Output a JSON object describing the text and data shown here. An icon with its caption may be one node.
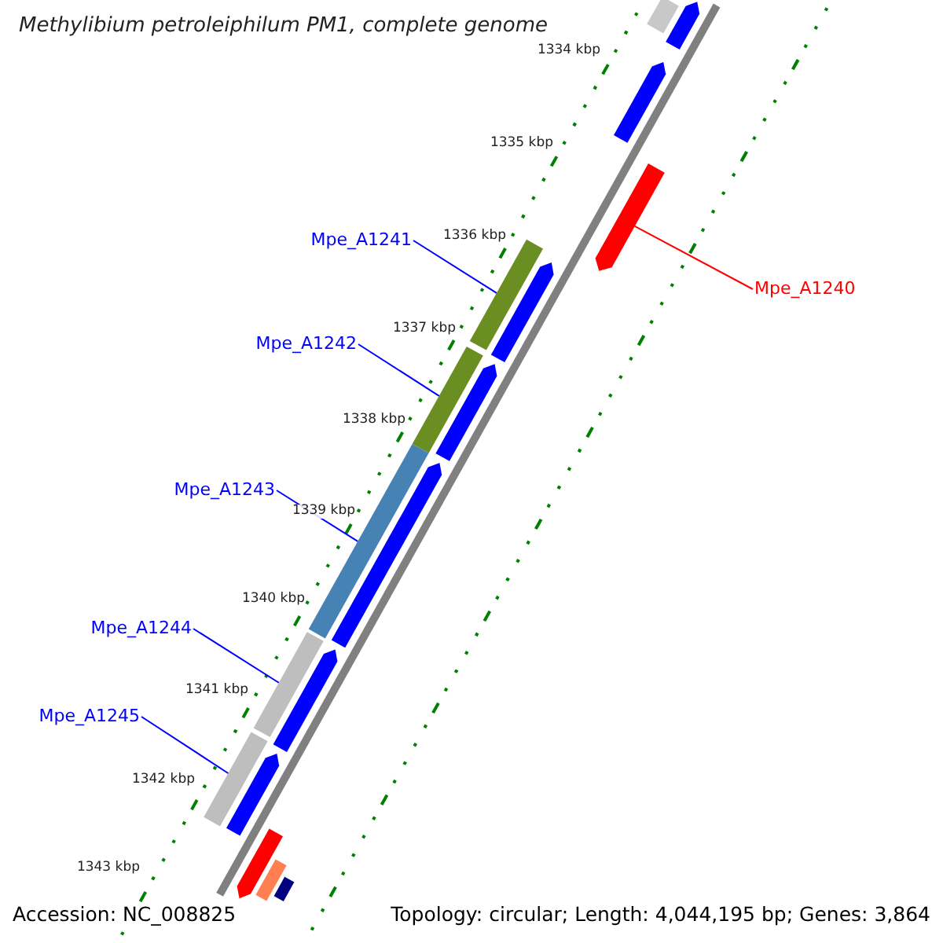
{
  "diagram": {
    "title": "Methylibium petroleiphilum PM1, complete genome",
    "nodes": [
      {
        "text": [
          "Mpe_A1241"
        ]
      },
      {
        "text": [
          "Mpe_A1240"
        ]
      },
      {
        "text": [
          "Mpe_A1242"
        ]
      },
      {
        "text": [
          "Mpe_A1243"
        ]
      },
      {
        "text": [
          "Mpe_A1244"
        ]
      },
      {
        "text": [
          "Mpe_A1245"
        ]
      },
      {
        "text": [],
        "shape": "bar"
      },
      {
        "text": [],
        "shape": "bar"
      },
      {
        "text": [],
        "shape": "bar"
      },
      {
        "text": [],
        "shape": "bar"
      },
      {
        "text": [],
        "shape": "bar"
      },
      {
        "text": [],
        "shape": "bar"
      },
      {
        "text": [],
        "shape": "bar"
      },
      {
        "text": [],
        "shape": "bar"
      },
      {
        "text": [],
        "shape": "bar"
      },
      {
        "text": [],
        "shape": "bar"
      },
      {
        "text": [],
        "shape": "bar"
      },
      {
        "text": [],
        "shape": "bar"
      },
      {
        "text": [],
        "shape": "bar"
      },
      {
        "text": [],
        "shape": "bar"
      },
      {
        "text": [],
        "shape": "bar"
      },
      {
        "text": [],
        "shape": "bar"
      },
      {
        "text": [],
        "shape": "bar"
      }
    ],
    "edges": [
      {
        "from": 0,
        "to": 6,
        "arrow": "none"
      },
      {
        "from": 1,
        "to": 7,
        "arrow": "none",
        "color": "#ff0000"
      },
      {
        "from": 2,
        "to": 8,
        "arrow": "none"
      },
      {
        "from": 3,
        "to": 9,
        "arrow": "none"
      },
      {
        "from": 4,
        "to": 10,
        "arrow": "none"
      },
      {
        "from": 5,
        "to": 11,
        "arrow": "none"
      }
    ],
    "labels": [
      "1334 kbp",
      "1335 kbp",
      "1336 kbp",
      "1337 kbp",
      "1338 kbp",
      "1339 kbp",
      "1340 kbp",
      "1341 kbp",
      "1342 kbp",
      "1343 kbp",
      "Accession: NC_008825",
      "Topology: circular; Length: 4,044,195 bp; Genes: 3,864"
    ]
  }
}
